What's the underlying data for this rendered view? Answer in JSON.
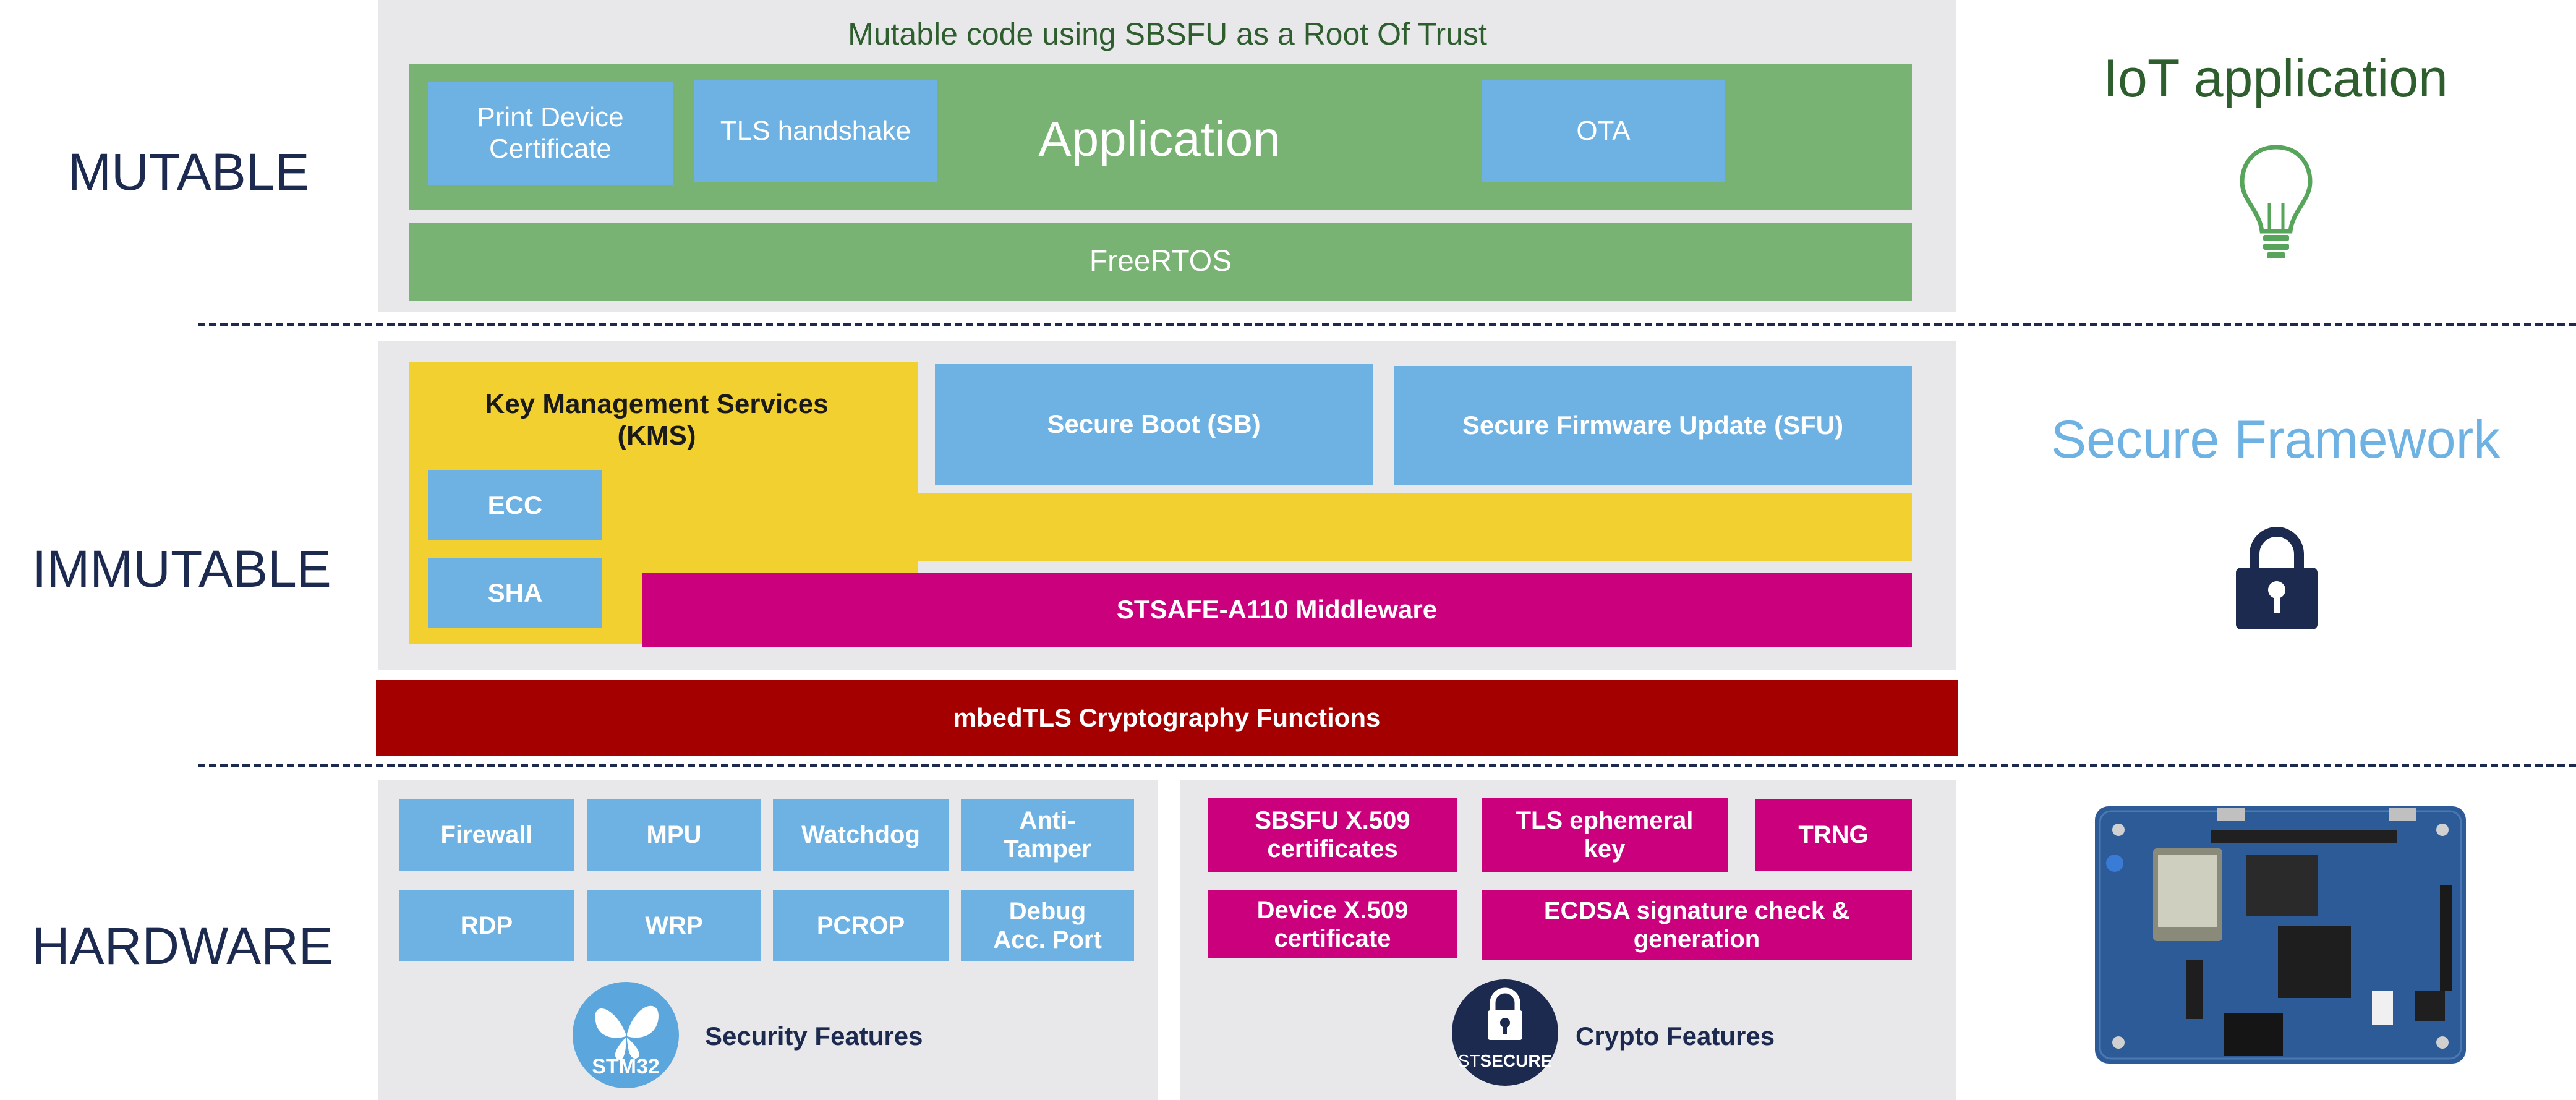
{
  "levels": {
    "mutable": "MUTABLE",
    "immutable": "IMMUTABLE",
    "hardware": "HARDWARE"
  },
  "mutable": {
    "header": "Mutable code using SBSFU as a Root Of Trust",
    "application": "Application",
    "print_cert": "Print Device\nCertificate",
    "tls_handshake": "TLS handshake",
    "ota": "OTA",
    "freertos": "FreeRTOS"
  },
  "immutable": {
    "kms": "Key Management Services\n(KMS)",
    "ecc": "ECC",
    "sha": "SHA",
    "secure_boot": "Secure Boot (SB)",
    "sfu": "Secure Firmware Update (SFU)",
    "stsafe": "STSAFE-A110 Middleware",
    "mbedtls": "mbedTLS Cryptography Functions"
  },
  "hardware": {
    "security": {
      "items": [
        "Firewall",
        "MPU",
        "Watchdog",
        "Anti-\nTamper",
        "RDP",
        "WRP",
        "PCROP",
        "Debug\nAcc. Port"
      ],
      "label": "Security Features",
      "logo_text": "STM32"
    },
    "crypto": {
      "sbsfu_cert": "SBSFU X.509\ncertificates",
      "tls_key": "TLS ephemeral\nkey",
      "trng": "TRNG",
      "device_cert": "Device X.509\ncertificate",
      "ecdsa": "ECDSA signature check &\ngeneration",
      "label": "Crypto Features",
      "logo_text_a": "ST",
      "logo_text_b": "SECURE"
    }
  },
  "right": {
    "iot": "IoT application",
    "secure_framework": "Secure Framework"
  },
  "colors": {
    "green": "#78b374",
    "blue": "#6eb1e3",
    "yellow": "#f2d030",
    "magenta": "#cb007d",
    "dark_red": "#a50000",
    "navy": "#1b2a4e",
    "iot_text": "#2e5e2e",
    "framework_text": "#6eb1e3"
  },
  "icons": [
    "lightbulb-icon",
    "padlock-icon",
    "stm32-butterfly-icon",
    "stsecure-lock-icon",
    "discovery-board-image"
  ]
}
